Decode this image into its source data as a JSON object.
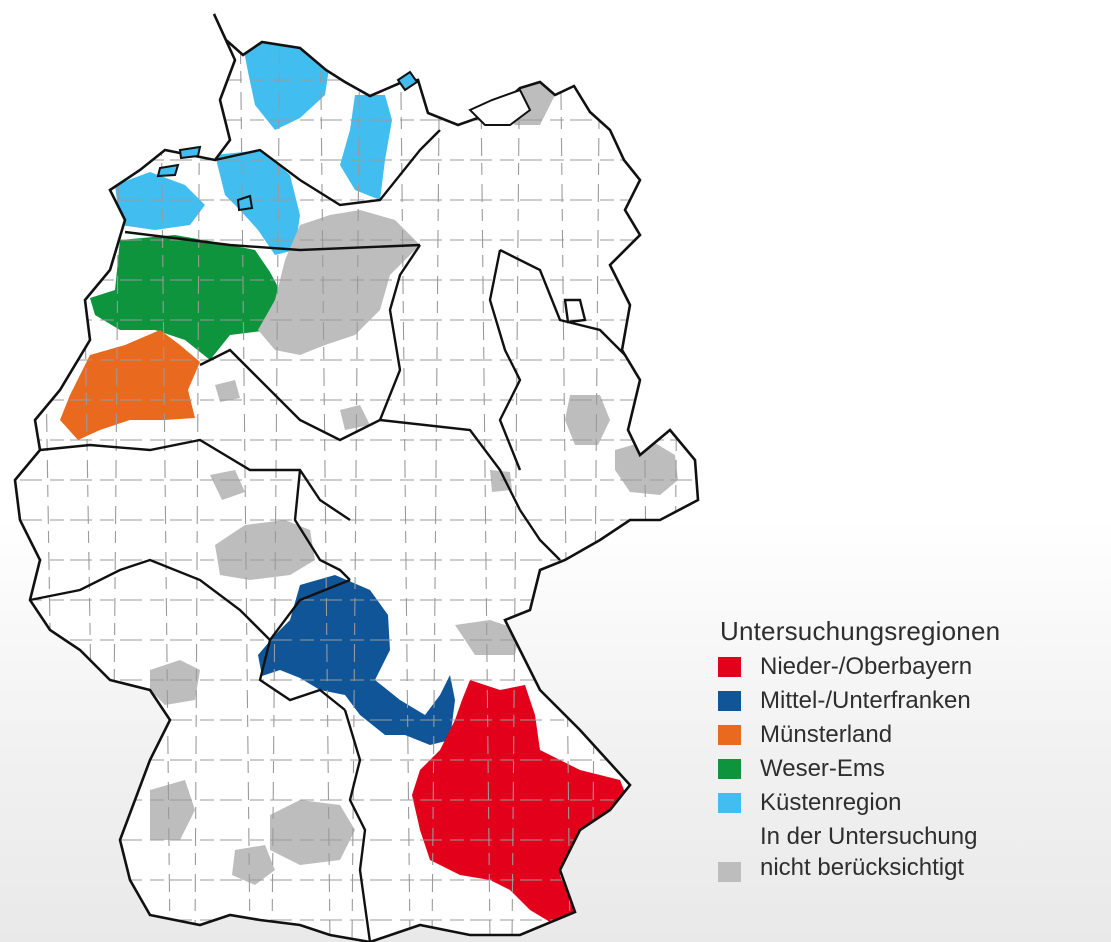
{
  "map": {
    "name": "germany-districts-map",
    "colors": {
      "background_district": "#ffffff",
      "district_border": "#9a9a9a",
      "state_border": "#111111"
    }
  },
  "legend": {
    "title": "Untersuchungsregionen",
    "items": [
      {
        "key": "nieder-oberbayern",
        "label": "Nieder-/Oberbayern",
        "color": "#e2001a"
      },
      {
        "key": "mittel-unterfranken",
        "label": "Mittel-/Unterfranken",
        "color": "#0f5598"
      },
      {
        "key": "muensterland",
        "label": "Münsterland",
        "color": "#e96a1f"
      },
      {
        "key": "weser-ems",
        "label": "Weser-Ems",
        "color": "#0d943d"
      },
      {
        "key": "kuestenregion",
        "label": "Küstenregion",
        "color": "#41bdf0"
      },
      {
        "key": "not-considered",
        "label_line1": "In der Untersuchung",
        "label_line2": "nicht berücksichtigt",
        "color": "#bdbdbd"
      }
    ]
  }
}
